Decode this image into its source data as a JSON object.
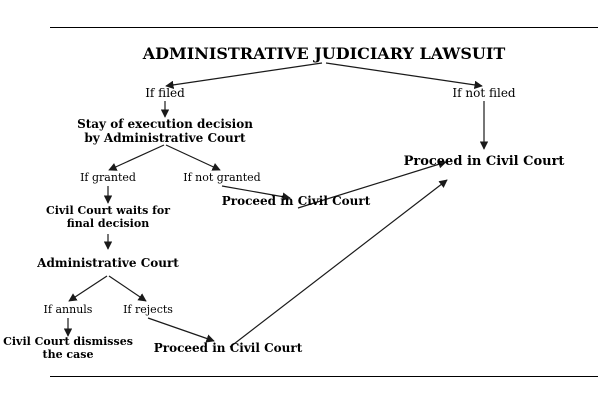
{
  "title": "ADMINISTRATIVE JUDICIARY LAWSUIT",
  "nodes": {
    "if_filed": "If filed",
    "if_not_filed": "If not filed",
    "stay_line1": "Stay of execution decision",
    "stay_line2": "by Administrative Court",
    "if_granted": "If granted",
    "if_not_granted": "If not granted",
    "proceed_civil_right": "Proceed in Civil Court",
    "proceed_civil_mid": "Proceed in Civil Court",
    "civil_waits_line1": "Civil Court waits for",
    "civil_waits_line2": "final decision",
    "administrative_court": "Administrative Court",
    "if_annuls": "If annuls",
    "if_rejects": "If rejects",
    "dismiss_line1": "Civil Court dismisses",
    "dismiss_line2": "the case",
    "proceed_civil_bottom": "Proceed in Civil Court"
  },
  "colors": {
    "line": "#1a1a1a",
    "text": "#000000",
    "background": "#ffffff"
  }
}
